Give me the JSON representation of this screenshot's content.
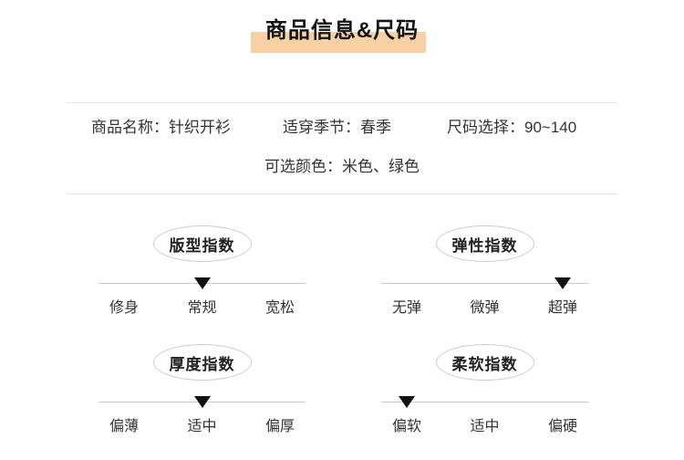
{
  "page": {
    "title": "商品信息&尺码",
    "highlight_color": "#f7d1a3"
  },
  "info": {
    "row1": [
      {
        "label": "商品名称：",
        "value": "针织开衫"
      },
      {
        "label": "适穿季节：",
        "value": "春季"
      },
      {
        "label": "尺码选择：",
        "value": "90~140"
      }
    ],
    "row2": {
      "label": "可选颜色：",
      "value": "米色、绿色"
    }
  },
  "indexes": [
    {
      "name": "版型指数",
      "options": [
        "修身",
        "常规",
        "宽松"
      ],
      "selected_index": 1,
      "selected": "常规"
    },
    {
      "name": "弹性指数",
      "options": [
        "无弹",
        "微弹",
        "超弹"
      ],
      "selected_index": 2,
      "selected": "超弹"
    },
    {
      "name": "厚度指数",
      "options": [
        "偏薄",
        "适中",
        "偏厚"
      ],
      "selected_index": 1,
      "selected": "适中"
    },
    {
      "name": "柔软指数",
      "options": [
        "偏软",
        "适中",
        "偏硬"
      ],
      "selected_index": 0,
      "selected": "偏软"
    }
  ]
}
